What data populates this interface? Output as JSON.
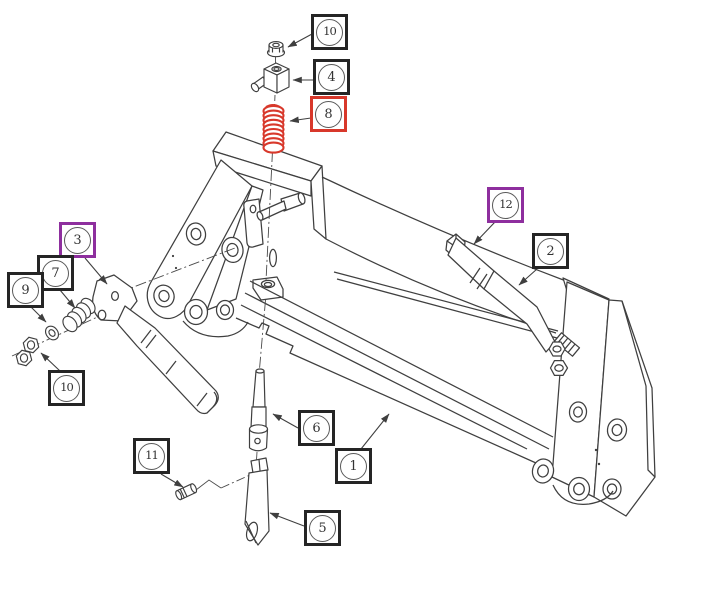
{
  "diagram": {
    "kind": "exploded-parts-line-drawing",
    "background_color": "#ffffff",
    "line_color": "#3f3f3f",
    "highlight_red": "#d8382b",
    "highlight_purple": "#8e2f9e",
    "callouts": [
      {
        "label": "10",
        "box_color": "black"
      },
      {
        "label": "4",
        "box_color": "black"
      },
      {
        "label": "8",
        "box_color": "red"
      },
      {
        "label": "12",
        "box_color": "purple"
      },
      {
        "label": "2",
        "box_color": "black"
      },
      {
        "label": "3",
        "box_color": "purple"
      },
      {
        "label": "7",
        "box_color": "black"
      },
      {
        "label": "9",
        "box_color": "black"
      },
      {
        "label": "10",
        "box_color": "black"
      },
      {
        "label": "6",
        "box_color": "black"
      },
      {
        "label": "1",
        "box_color": "black"
      },
      {
        "label": "11",
        "box_color": "black"
      },
      {
        "label": "5",
        "box_color": "black"
      }
    ]
  }
}
